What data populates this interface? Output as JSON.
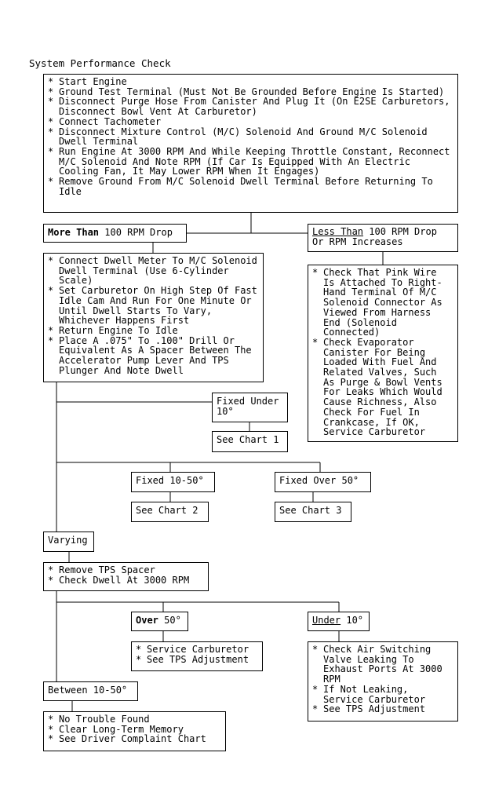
{
  "title": "System Performance Check",
  "start_box": [
    "Start Engine",
    "Ground Test Terminal (Must Not Be Grounded Before Engine Is Started)",
    "Disconnect Purge Hose From Canister And Plug It (On E2SE Carburetors, Disconnect Bowl Vent At Carburetor)",
    "Connect Tachometer",
    "Disconnect Mixture Control (M/C) Solenoid And Ground M/C Solenoid Dwell Terminal",
    "Run Engine At 3000 RPM And While Keeping Throttle Constant, Reconnect M/C Solenoid And Note RPM (If Car Is Equipped With An Electric Cooling Fan, It May Lower RPM When It Engages)",
    "Remove Ground From M/C Solenoid Dwell Terminal Before Returning To Idle"
  ],
  "more_than": {
    "bold": "More Than",
    "rest": " 100 RPM Drop"
  },
  "less_than": {
    "underlined": "Less Than",
    "rest": " 100 RPM Drop Or RPM Increases"
  },
  "dwell_box": [
    "Connect Dwell Meter To M/C Solenoid Dwell Terminal (Use 6-Cylinder Scale)",
    "Set Carburetor On High Step Of Fast Idle Cam And Run For One Minute Or Until Dwell Starts To Vary, Whichever Happens First",
    "Return Engine To Idle",
    "Place A .075\" To .100\" Drill Or Equivalent As A Spacer Between The Accelerator Pump Lever And TPS Plunger And Note Dwell"
  ],
  "pink_box": [
    "Check That Pink Wire Is Attached To Right-Hand Terminal Of M/C Solenoid Connector As Viewed From Harness End (Solenoid Connected)",
    "Check Evaporator Canister For Being Loaded With Fuel And Related Valves, Such As Purge & Bowl Vents For Leaks Which Would Cause Richness, Also Check For Fuel In Crankcase, If OK, Service Carburetor"
  ],
  "fixed_under": "Fixed Under 10°",
  "see_chart_1": "See Chart 1",
  "fixed_10_50": "Fixed 10-50°",
  "see_chart_2": "See Chart 2",
  "fixed_over_50": "Fixed Over 50°",
  "see_chart_3": "See Chart 3",
  "varying": "Varying",
  "tps_box": [
    "Remove TPS Spacer",
    "Check Dwell At 3000 RPM"
  ],
  "over_50": {
    "bold": "Over",
    "rest": " 50°"
  },
  "under_10": {
    "underlined": "Under",
    "rest": " 10°"
  },
  "over_box": [
    "Service Carburetor",
    "See TPS Adjustment"
  ],
  "under_box": [
    "Check Air Switching Valve Leaking To Exhaust Ports At 3000 RPM",
    "If Not Leaking, Service Carburetor",
    "See TPS Adjustment"
  ],
  "between": "Between 10-50°",
  "final_box": [
    "No Trouble Found",
    "Clear Long-Term Memory",
    "See Driver Complaint Chart"
  ]
}
